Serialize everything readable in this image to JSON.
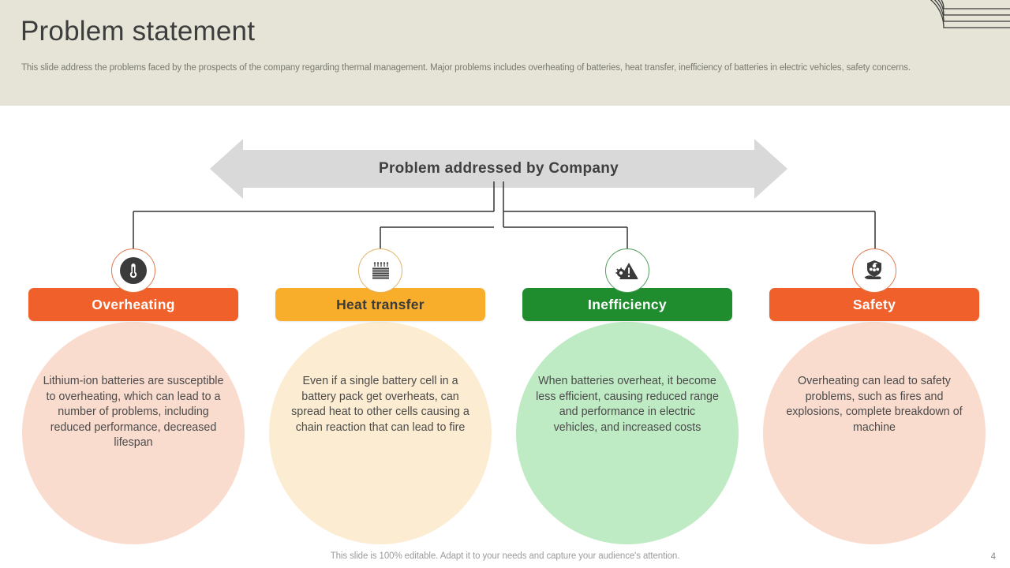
{
  "slide": {
    "title": "Problem statement",
    "subtitle": "This slide address the problems faced by the prospects of the company regarding thermal management. Major problems includes overheating of batteries, heat transfer, inefficiency of batteries in electric vehicles, safety concerns.",
    "banner_label": "Problem addressed by Company",
    "footer_note": "This slide is 100% editable. Adapt it to your needs and capture your audience's attention.",
    "page_number": "4"
  },
  "theme": {
    "header_bg": "#e5e4d6",
    "banner_fill": "#d9d9d9",
    "banner_text": "#3f3f3f",
    "connector_line": "#333333",
    "body_text": "#4a4a4a",
    "title_text": "#3d3d3d",
    "subtitle_text": "#7b7b72",
    "footer_text": "#9b9b9b"
  },
  "columns": [
    {
      "id": "overheating",
      "label": "Overheating",
      "icon": "thermometer-icon",
      "bar_color": "#f0602a",
      "bubble_color": "#fadccf",
      "ring_color": "#e07b4f",
      "icon_bg": "#3b3b3b",
      "icon_fg": "#ffffff",
      "body": "Lithium-ion batteries are susceptible to overheating, which can lead to a number of problems, including reduced performance, decreased lifespan"
    },
    {
      "id": "heat-transfer",
      "label": "Heat transfer",
      "icon": "radiator-heat-icon",
      "bar_color": "#f9ae2b",
      "bubble_color": "#fcecd2",
      "ring_color": "#e0b468",
      "icon_bg": "#ffffff",
      "icon_fg": "#3b3b3b",
      "body": "Even if a single battery cell in a battery pack get overheats, can spread heat to other cells causing a chain reaction that can lead to fire"
    },
    {
      "id": "inefficiency",
      "label": "Inefficiency",
      "icon": "warning-gear-icon",
      "bar_color": "#1f8c2e",
      "bubble_color": "#bfebc4",
      "ring_color": "#4f9e5c",
      "icon_bg": "#ffffff",
      "icon_fg": "#3b3b3b",
      "body": "When batteries overheat, it become less efficient, causing reduced range and performance in electric vehicles, and increased costs"
    },
    {
      "id": "safety",
      "label": "Safety",
      "icon": "shield-hand-icon",
      "bar_color": "#f0602a",
      "bubble_color": "#fadccf",
      "ring_color": "#e07b4f",
      "icon_bg": "#ffffff",
      "icon_fg": "#3b3b3b",
      "body": "Overheating can lead to safety problems, such as fires and explosions, complete breakdown of machine"
    }
  ]
}
